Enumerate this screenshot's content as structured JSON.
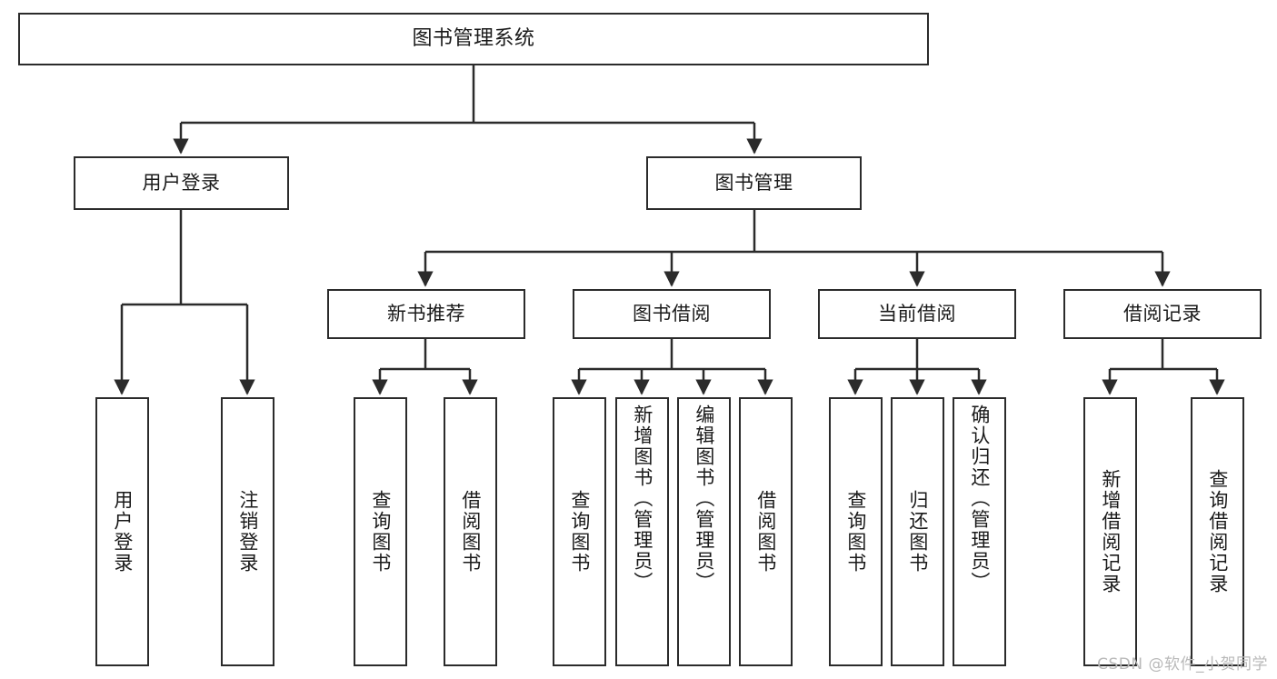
{
  "diagram": {
    "type": "tree-hierarchy",
    "title": "图书管理系统",
    "watermark": "CSDN @软件_小贺同学",
    "colors": {
      "box_border": "#2b2b2b",
      "box_fill": "#ffffff",
      "edge": "#2b2b2b",
      "text": "#1a1a1a",
      "watermark": "#b9b9b9",
      "background": "#ffffff"
    },
    "nodes": {
      "root": {
        "label": "图书管理系统",
        "level": 0
      },
      "user_login": {
        "label": "用户登录",
        "level": 1
      },
      "book_manage": {
        "label": "图书管理",
        "level": 1
      },
      "new_book_rec": {
        "label": "新书推荐",
        "level": 2
      },
      "book_borrow": {
        "label": "图书借阅",
        "level": 2
      },
      "current_borrow": {
        "label": "当前借阅",
        "level": 2
      },
      "borrow_record": {
        "label": "借阅记录",
        "level": 2
      },
      "leaf_user_login": {
        "label": "用户登录",
        "level": 3
      },
      "leaf_logout": {
        "label": "注销登录",
        "level": 3
      },
      "leaf_query_book_1": {
        "label": "查询图书",
        "level": 3
      },
      "leaf_borrow_book_1": {
        "label": "借阅图书",
        "level": 3
      },
      "leaf_query_book_2": {
        "label": "查询图书",
        "level": 3
      },
      "leaf_add_book": {
        "label": "新增图书（管理员）",
        "level": 3
      },
      "leaf_edit_book": {
        "label": "编辑图书（管理员）",
        "level": 3
      },
      "leaf_borrow_book_2": {
        "label": "借阅图书",
        "level": 3
      },
      "leaf_query_book_3": {
        "label": "查询图书",
        "level": 3
      },
      "leaf_return_book": {
        "label": "归还图书",
        "level": 3
      },
      "leaf_confirm_return": {
        "label": "确认归还（管理员）",
        "level": 3
      },
      "leaf_add_record": {
        "label": "新增借阅记录",
        "level": 3
      },
      "leaf_query_record": {
        "label": "查询借阅记录",
        "level": 3
      }
    },
    "edges": [
      {
        "from": "root",
        "to": "user_login"
      },
      {
        "from": "root",
        "to": "book_manage"
      },
      {
        "from": "user_login",
        "to": "leaf_user_login"
      },
      {
        "from": "user_login",
        "to": "leaf_logout"
      },
      {
        "from": "book_manage",
        "to": "new_book_rec"
      },
      {
        "from": "book_manage",
        "to": "book_borrow"
      },
      {
        "from": "book_manage",
        "to": "current_borrow"
      },
      {
        "from": "book_manage",
        "to": "borrow_record"
      },
      {
        "from": "new_book_rec",
        "to": "leaf_query_book_1"
      },
      {
        "from": "new_book_rec",
        "to": "leaf_borrow_book_1"
      },
      {
        "from": "book_borrow",
        "to": "leaf_query_book_2"
      },
      {
        "from": "book_borrow",
        "to": "leaf_add_book"
      },
      {
        "from": "book_borrow",
        "to": "leaf_edit_book"
      },
      {
        "from": "book_borrow",
        "to": "leaf_borrow_book_2"
      },
      {
        "from": "current_borrow",
        "to": "leaf_query_book_3"
      },
      {
        "from": "current_borrow",
        "to": "leaf_return_book"
      },
      {
        "from": "current_borrow",
        "to": "leaf_confirm_return"
      },
      {
        "from": "borrow_record",
        "to": "leaf_add_record"
      },
      {
        "from": "borrow_record",
        "to": "leaf_query_record"
      }
    ]
  }
}
